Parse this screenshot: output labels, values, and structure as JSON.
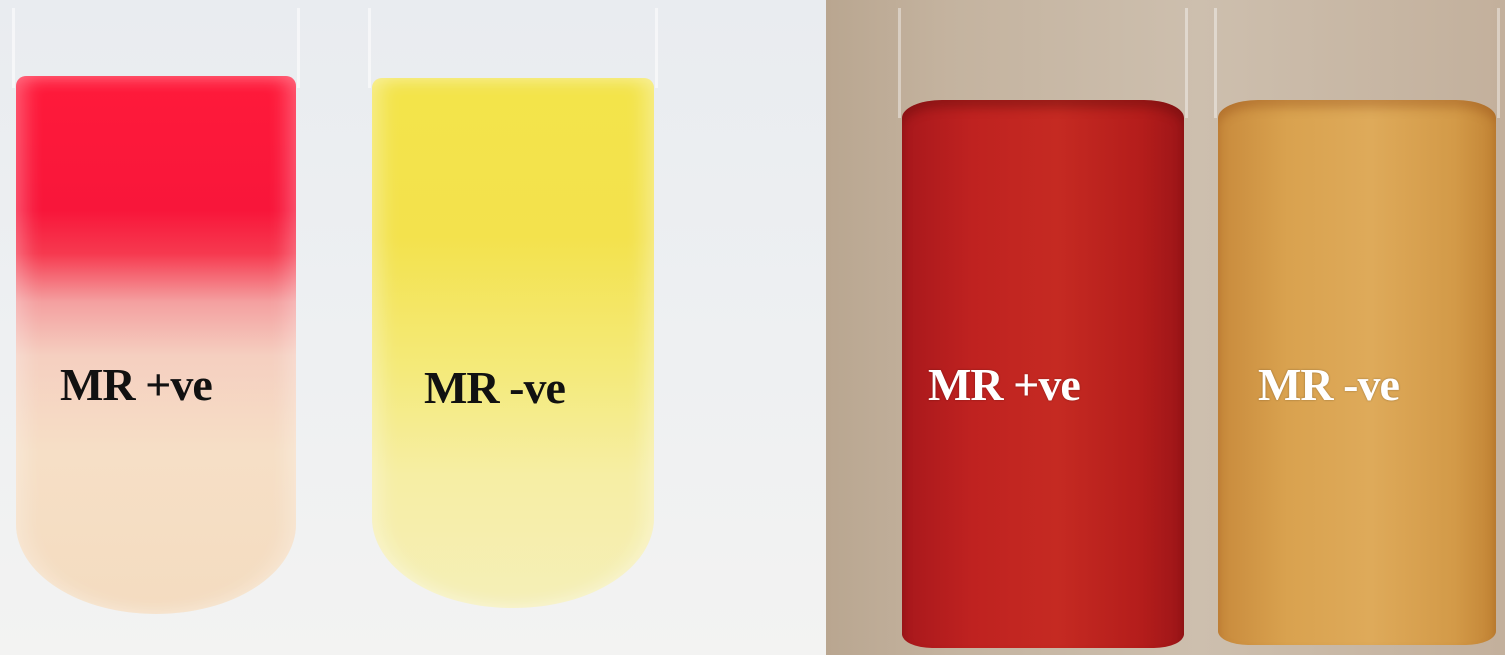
{
  "photo": {
    "left_panel": {
      "tubes": [
        {
          "label": "MR +ve",
          "color": "#f8163a"
        },
        {
          "label": "MR -ve",
          "color": "#f3e24d"
        }
      ]
    },
    "right_panel": {
      "tubes": [
        {
          "label": "MR +ve",
          "color": "#c52a22"
        },
        {
          "label": "MR -ve",
          "color": "#deaa5a"
        }
      ]
    }
  }
}
